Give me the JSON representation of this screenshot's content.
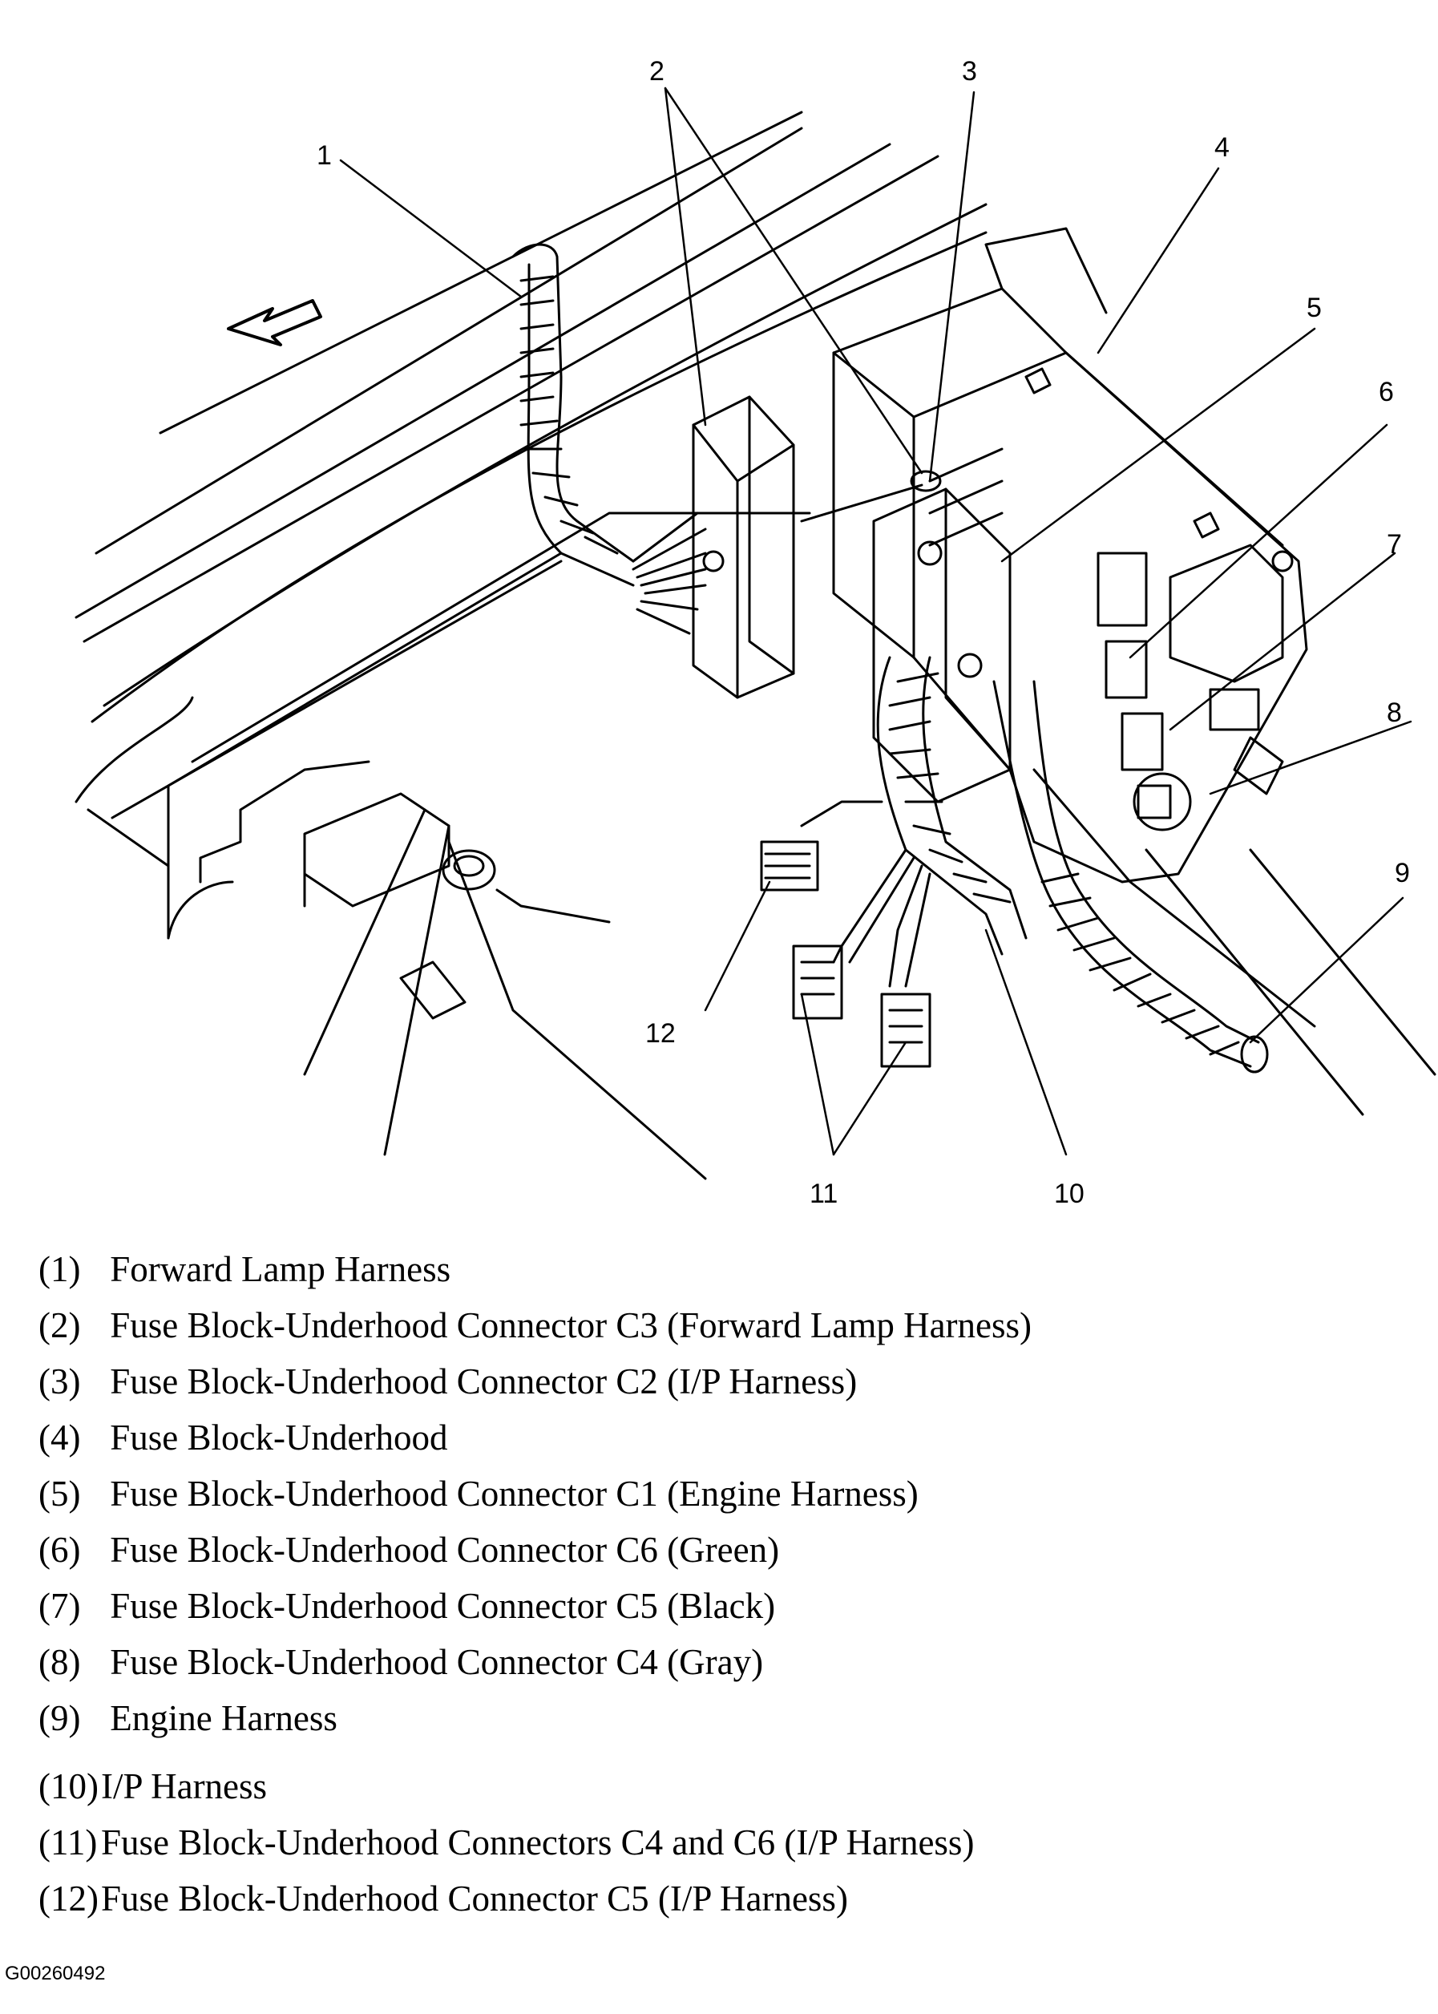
{
  "callouts": [
    "1",
    "2",
    "3",
    "4",
    "5",
    "6",
    "7",
    "8",
    "9",
    "10",
    "11",
    "12"
  ],
  "legend": [
    {
      "num": "(1)",
      "text": "Forward Lamp Harness"
    },
    {
      "num": "(2)",
      "text": "Fuse Block-Underhood Connector C3 (Forward Lamp Harness)"
    },
    {
      "num": "(3)",
      "text": "Fuse Block-Underhood Connector C2 (I/P Harness)"
    },
    {
      "num": "(4)",
      "text": "Fuse Block-Underhood"
    },
    {
      "num": "(5)",
      "text": "Fuse Block-Underhood Connector C1 (Engine Harness)"
    },
    {
      "num": "(6)",
      "text": "Fuse Block-Underhood Connector C6 (Green)"
    },
    {
      "num": "(7)",
      "text": "Fuse Block-Underhood Connector C5 (Black)"
    },
    {
      "num": "(8)",
      "text": "Fuse Block-Underhood Connector C4 (Gray)"
    },
    {
      "num": "(9)",
      "text": "Engine Harness"
    },
    {
      "num": "(10)",
      "text": "I/P Harness"
    },
    {
      "num": "(11)",
      "text": "Fuse Block-Underhood Connectors C4 and C6 (I/P Harness)"
    },
    {
      "num": "(12)",
      "text": "Fuse Block-Underhood Connector C5 (I/P Harness)"
    }
  ],
  "figure_id": "G00260492"
}
